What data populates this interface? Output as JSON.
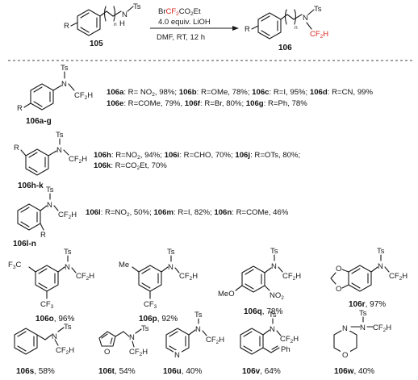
{
  "scheme": {
    "reactant_label": "105",
    "product_label": "106",
    "reagent_pre": "Br",
    "reagent_red": "CF",
    "reagent_red_sub": "2",
    "reagent_post": "CO",
    "reagent_post_sub": "2",
    "reagent_tail": "Et",
    "equiv": "4.0 equiv. LiOH",
    "conditions": "DMF, RT, 12 h",
    "atom_R": "R",
    "atom_N": "N",
    "atom_H": "H",
    "atom_n": "n",
    "group_Ts": "Ts",
    "group_CF2H_main": "CF",
    "group_CF2H_sub": "2",
    "group_CF2H_end": "H"
  },
  "rows": [
    {
      "id": "row1",
      "compound": "106a-g",
      "lines": [
        [
          {
            "b": "106a"
          },
          {
            "t": ": R= NO"
          },
          {
            "s": "2"
          },
          {
            "t": ", 98%; "
          },
          {
            "b": "106b"
          },
          {
            "t": ": R=OMe, 78%; "
          },
          {
            "b": "106c"
          },
          {
            "t": ": R=I, 95%; "
          },
          {
            "b": "106d"
          },
          {
            "t": ": R=CN, 99%"
          }
        ],
        [
          {
            "b": "106e"
          },
          {
            "t": ": R=COMe, 79%, "
          },
          {
            "b": "106f"
          },
          {
            "t": ": R=Br, 80%; "
          },
          {
            "b": "106g"
          },
          {
            "t": ": R=Ph, 78%"
          }
        ]
      ]
    },
    {
      "id": "row2",
      "compound": "106h-k",
      "lines": [
        [
          {
            "b": "106h"
          },
          {
            "t": ": R=NO"
          },
          {
            "s": "2"
          },
          {
            "t": ", 94%; "
          },
          {
            "b": "106i"
          },
          {
            "t": ": R=CHO, 70%; "
          },
          {
            "b": "106j"
          },
          {
            "t": ": R=OTs, 80%;"
          }
        ],
        [
          {
            "b": "106k"
          },
          {
            "t": ": R=CO"
          },
          {
            "s": "2"
          },
          {
            "t": "Et, 70%"
          }
        ]
      ]
    },
    {
      "id": "row3",
      "compound": "106l-n",
      "lines": [
        [
          {
            "b": "106l"
          },
          {
            "t": ": R=NO"
          },
          {
            "s": "2"
          },
          {
            "t": ", 50%; "
          },
          {
            "b": "106m"
          },
          {
            "t": ": R=I, 82%; "
          },
          {
            "b": "106n"
          },
          {
            "t": ": R=COMe, 46%"
          }
        ]
      ]
    }
  ],
  "compounds": [
    {
      "id": "106o",
      "label": "106o",
      "yield": ", 96%",
      "sub1": "F",
      "sub1_sub": "3",
      "sub1_pre": "C",
      "sub1_lead": "F",
      "sub2": "CF",
      "sub2_sub": "3"
    },
    {
      "id": "106p",
      "label": "106p",
      "yield": ", 92%",
      "sub1": "Me",
      "sub2": "CF",
      "sub2_sub": "3"
    },
    {
      "id": "106q",
      "label": "106q",
      "yield": ", 78%",
      "sub1": "MeO",
      "sub2": "NO",
      "sub2_sub": "2"
    },
    {
      "id": "106r",
      "label": "106r",
      "yield": ", 97%",
      "sub1": "O",
      "sub2": "O"
    },
    {
      "id": "106s",
      "label": "106s",
      "yield": ", 58%"
    },
    {
      "id": "106t",
      "label": "106t",
      "yield": ", 54%",
      "sub1": "O"
    },
    {
      "id": "106u",
      "label": "106u",
      "yield": ", 40%",
      "sub1": "N"
    },
    {
      "id": "106v",
      "label": "106v",
      "yield": ", 64%",
      "sub1": "Ph"
    },
    {
      "id": "106w",
      "label": "106w",
      "yield": ", 40%",
      "sub1": "O",
      "sub2": "N"
    }
  ]
}
